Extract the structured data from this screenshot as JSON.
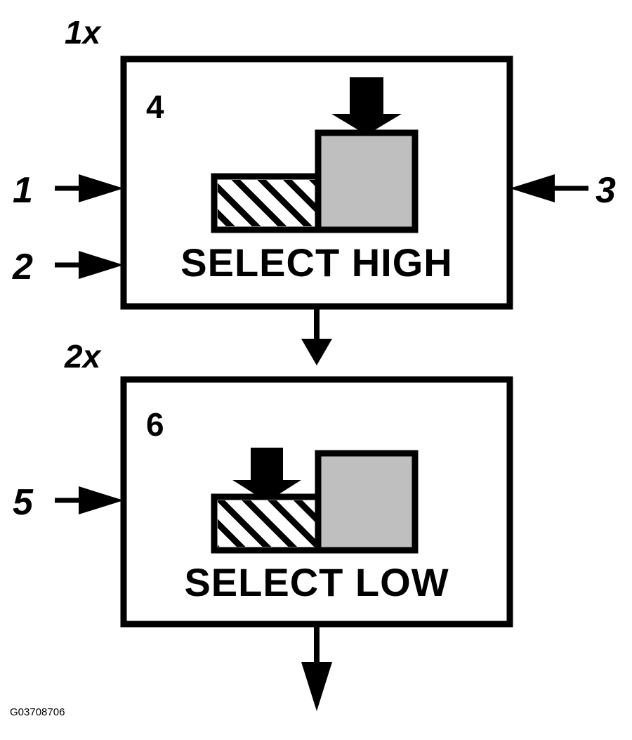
{
  "figure": {
    "code": "G03708706",
    "background_color": "#FFFFFF",
    "line_color": "#000000",
    "fill_gray": "#BFBFBF"
  },
  "cycle_labels": [
    {
      "id": "cycle-1x",
      "text": "1x"
    },
    {
      "id": "cycle-2x",
      "text": "2x"
    }
  ],
  "callouts": [
    {
      "id": "callout-1",
      "text": "1",
      "direction": "right"
    },
    {
      "id": "callout-2",
      "text": "2",
      "direction": "right"
    },
    {
      "id": "callout-3",
      "text": "3",
      "direction": "left"
    },
    {
      "id": "callout-5",
      "text": "5",
      "direction": "right"
    }
  ],
  "boxes": [
    {
      "id": "box-select-high",
      "step_number": "4",
      "caption": "SELECT HIGH",
      "arrow_target": "tall-gray-block"
    },
    {
      "id": "box-select-low",
      "step_number": "6",
      "caption": "SELECT LOW",
      "arrow_target": "short-hatched-block"
    }
  ],
  "flow": {
    "connector_between_boxes": "down-arrow",
    "exit_connector": "down-arrow"
  }
}
